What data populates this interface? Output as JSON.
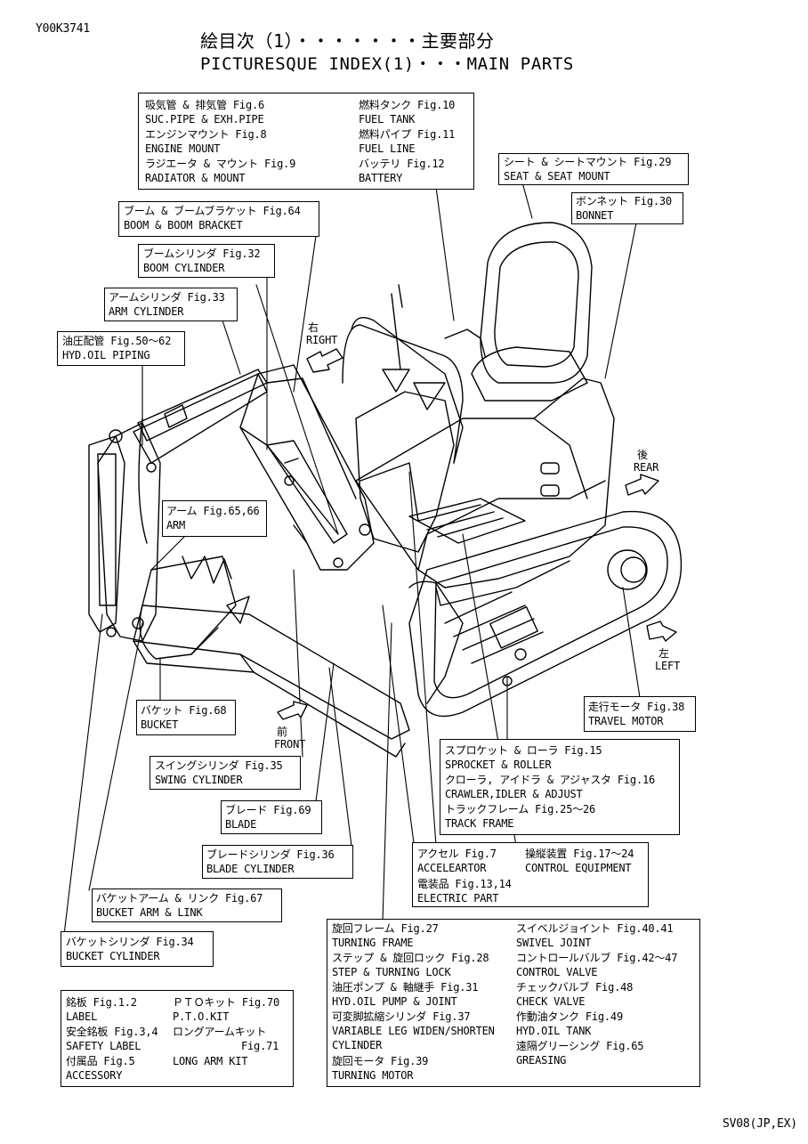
{
  "doc_id": "Y00K3741",
  "title_jp": "絵目次（1）・・・・・・・主要部分",
  "title_en": "PICTURESQUE INDEX(1)・・・MAIN PARTS",
  "footer": "SV08(JP,EX)",
  "dirs": {
    "right_jp": "右",
    "right_en": "RIGHT",
    "rear_jp": "後",
    "rear_en": "REAR",
    "left_jp": "左",
    "left_en": "LEFT",
    "front_jp": "前",
    "front_en": "FRONT"
  },
  "boxes": {
    "engine": {
      "l1": "吸気管 & 排気管 Fig.6",
      "l2": "SUC.PIPE & EXH.PIPE",
      "l3": "エンジンマウント Fig.8",
      "l4": "ENGINE MOUNT",
      "l5": "ラジエータ & マウント Fig.9",
      "l6": "RADIATOR & MOUNT",
      "r1": "燃料タンク Fig.10",
      "r2": "FUEL TANK",
      "r3": "燃料パイプ Fig.11",
      "r4": "FUEL LINE",
      "r5": "バッテリ Fig.12",
      "r6": "BATTERY"
    },
    "seat": {
      "l1": "シート & シートマウント Fig.29",
      "l2": "SEAT & SEAT MOUNT"
    },
    "bonnet": {
      "l1": "ボンネット Fig.30",
      "l2": "BONNET"
    },
    "boom_bracket": {
      "l1": "ブーム & ブームブラケット Fig.64",
      "l2": "BOOM & BOOM BRACKET"
    },
    "boom_cyl": {
      "l1": "ブームシリンダ Fig.32",
      "l2": "BOOM CYLINDER"
    },
    "arm_cyl": {
      "l1": "アームシリンダ Fig.33",
      "l2": "ARM CYLINDER"
    },
    "hyd_piping": {
      "l1": "油圧配管 Fig.50～62",
      "l2": "HYD.OIL PIPING"
    },
    "arm": {
      "l1": "アーム Fig.65,66",
      "l2": "ARM"
    },
    "bucket": {
      "l1": "バケット Fig.68",
      "l2": "BUCKET"
    },
    "travel_motor": {
      "l1": "走行モータ Fig.38",
      "l2": "TRAVEL MOTOR"
    },
    "sprocket": {
      "l1": "スプロケット & ローラ Fig.15",
      "l2": "SPROCKET & ROLLER",
      "l3": "クローラ, アイドラ & アジャスタ Fig.16",
      "l4": "CRAWLER,IDLER & ADJUST",
      "l5": "トラックフレーム Fig.25～26",
      "l6": "TRACK FRAME"
    },
    "swing_cyl": {
      "l1": "スイングシリンダ Fig.35",
      "l2": "SWING CYLINDER"
    },
    "blade": {
      "l1": "ブレード Fig.69",
      "l2": "BLADE"
    },
    "blade_cyl": {
      "l1": "ブレードシリンダ Fig.36",
      "l2": "BLADE CYLINDER"
    },
    "accel": {
      "l1": "アクセル Fig.7",
      "l2": "ACCELEARTOR",
      "l3": "電装品 Fig.13,14",
      "l4": "ELECTRIC PART",
      "r1": "操縦装置 Fig.17～24",
      "r2": "CONTROL EQUIPMENT"
    },
    "bucket_arm": {
      "l1": "バケットアーム & リンク Fig.67",
      "l2": "BUCKET ARM & LINK"
    },
    "bucket_cyl": {
      "l1": "バケットシリンダ Fig.34",
      "l2": "BUCKET CYLINDER"
    },
    "turning": {
      "l1": "旋回フレーム Fig.27",
      "l2": "TURNING FRAME",
      "l3": "ステップ & 旋回ロック Fig.28",
      "l4": "STEP & TURNING LOCK",
      "l5": "油圧ポンプ & 軸継手 Fig.31",
      "l6": "HYD.OIL PUMP & JOINT",
      "l7": "可変脚拡縮シリンダ Fig.37",
      "l8": "VARIABLE LEG WIDEN/SHORTEN",
      "l9": "CYLINDER",
      "l10": "旋回モータ Fig.39",
      "l11": "TURNING MOTOR",
      "r1": "スイベルジョイント Fig.40.41",
      "r2": "SWIVEL JOINT",
      "r3": "コントロールバルブ Fig.42～47",
      "r4": "CONTROL VALVE",
      "r5": "チェックバルブ Fig.48",
      "r6": "CHECK VALVE",
      "r7": "作動油タンク Fig.49",
      "r8": "HYD.OIL TANK",
      "r9": "遠隔グリーシング Fig.65",
      "r10": "GREASING"
    },
    "label": {
      "l1": "銘板 Fig.1.2",
      "l2": "LABEL",
      "l3": "安全銘板 Fig.3,4",
      "l4": "SAFETY LABEL",
      "l5": "付属品 Fig.5",
      "l6": "ACCESSORY",
      "r1": "ＰＴＯキット Fig.70",
      "r2": "P.T.O.KIT",
      "r3": "ロングアームキット",
      "r4": "Fig.71",
      "r5": "LONG ARM KIT"
    }
  }
}
